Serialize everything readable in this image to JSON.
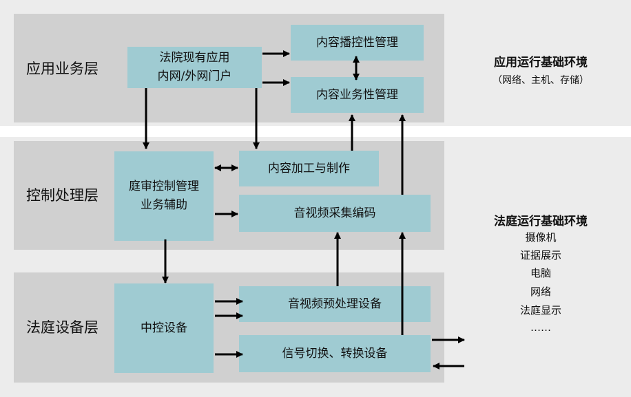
{
  "layers": {
    "application": "应用业务层",
    "control": "控制处理层",
    "device": "法庭设备层"
  },
  "boxes": {
    "court_portal": [
      "法院现有应用",
      "内网/外网门户"
    ],
    "content_broadcast": "内容播控性管理",
    "content_business": "内容业务性管理",
    "trial_control": [
      "庭审控制管理",
      "业务辅助"
    ],
    "content_processing": "内容加工与制作",
    "av_capture": "音视频采集编码",
    "central_control": "中控设备",
    "av_preprocess": "音视频预处理设备",
    "signal_switch": "信号切换、转换设备"
  },
  "app_env": {
    "title": "应用运行基础环境",
    "subtitle": "（网络、主机、存储）"
  },
  "court_env": {
    "title": "法庭运行基础环境",
    "items": [
      "摄像机",
      "证据展示",
      "电脑",
      "网络",
      "法庭显示",
      "……"
    ]
  }
}
